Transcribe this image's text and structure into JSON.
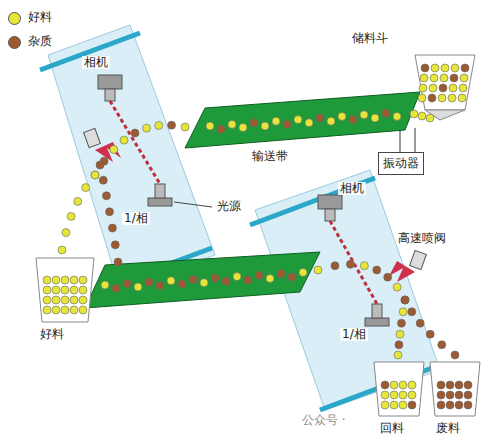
{
  "diagram": {
    "nodes": [
      {
        "text": [
          "储料斗"
        ]
      },
      {
        "text": [
          "振动器"
        ]
      },
      {
        "text": [
          "好料"
        ]
      },
      {
        "text": [
          "回料"
        ]
      },
      {
        "text": [
          "废料"
        ]
      }
    ],
    "labels": [
      "相机",
      "1/相",
      "光源",
      "输送带",
      "相机",
      "高速喷阀",
      "1/相",
      "公众号 ·"
    ],
    "legend": [
      {
        "text": "好料",
        "color": "#e6e63a"
      },
      {
        "text": "杂质",
        "color": "#9c5a33"
      }
    ]
  }
}
